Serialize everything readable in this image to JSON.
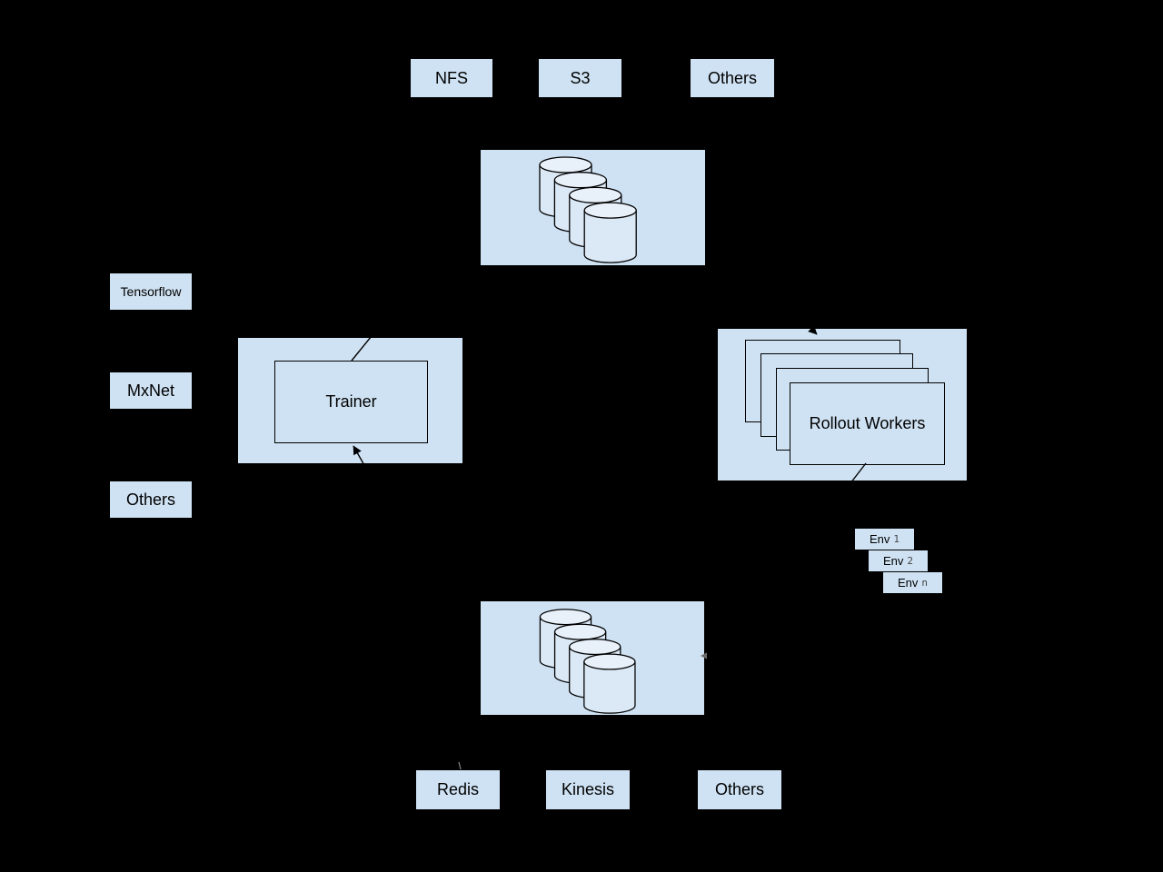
{
  "colors": {
    "background": "#000000",
    "node_fill": "#cfe2f3",
    "cylinder_body": "#dbe8f5",
    "cylinder_top": "#e8f0fa",
    "stroke": "#000000"
  },
  "top_row": {
    "items": [
      {
        "label": "NFS"
      },
      {
        "label": "S3"
      },
      {
        "label": "Others"
      }
    ]
  },
  "frameworks": {
    "items": [
      {
        "label": "Tensorflow"
      },
      {
        "label": "MxNet"
      },
      {
        "label": "Others"
      }
    ]
  },
  "trainer": {
    "label": "Trainer"
  },
  "rollout_workers": {
    "label": "Rollout Workers",
    "card_count": 4
  },
  "environments": {
    "items": [
      {
        "name": "Env",
        "index": "1"
      },
      {
        "name": "Env",
        "index": "2"
      },
      {
        "name": "Env",
        "index": "n"
      }
    ]
  },
  "storage": {
    "top_icon": "database-cylinders-icon",
    "bottom_icon": "database-cylinders-icon",
    "cylinder_count": 4
  },
  "bottom_row": {
    "items": [
      {
        "label": "Redis"
      },
      {
        "label": "Kinesis"
      },
      {
        "label": "Others"
      }
    ]
  }
}
